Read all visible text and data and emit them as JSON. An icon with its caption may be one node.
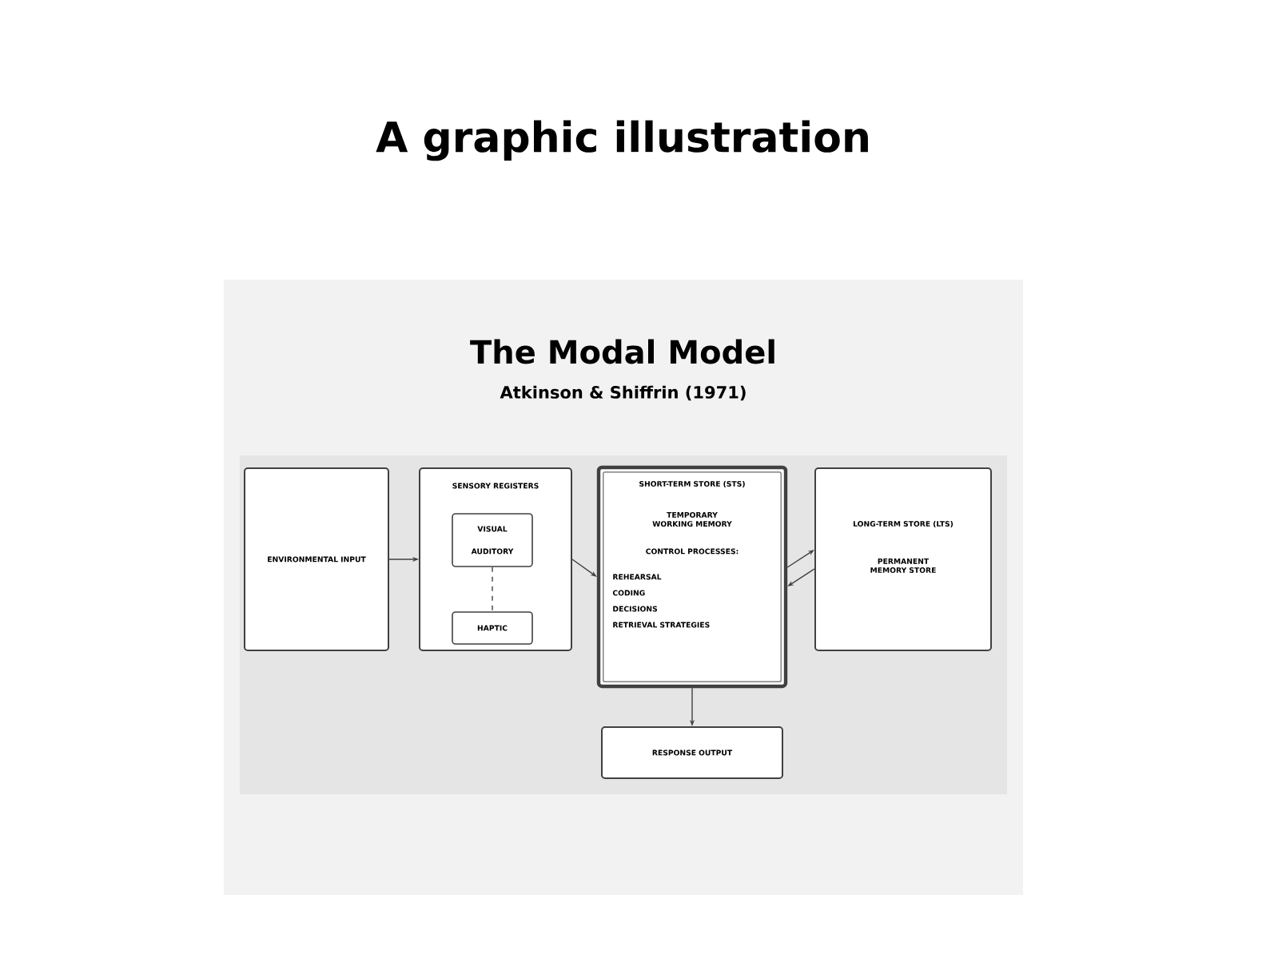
{
  "diagram": {
    "title": "A graphic illustration",
    "nodes": [
      {
        "text": [
          "ENVIRONMENTAL INPUT"
        ]
      },
      {
        "text": [
          "SENSORY REGISTERS"
        ]
      },
      {
        "text": [
          "VISUAL",
          "AUDITORY"
        ],
        "in": 1
      },
      {
        "text": [
          "HAPTIC"
        ],
        "in": 1
      },
      {
        "text": [
          "SHORT-TERM STORE (STS)",
          "TEMPORARY WORKING MEMORY",
          "CONTROL PROCESSES:",
          "REHEARSAL",
          "CODING",
          "DECISIONS",
          "RETRIEVAL STRATEGIES"
        ]
      },
      {
        "text": [
          "LONG-TERM STORE (LTS)",
          "PERMANENT MEMORY STORE"
        ]
      },
      {
        "text": [
          "RESPONSE OUTPUT"
        ]
      }
    ],
    "edges": [
      {
        "from": 0,
        "to": 1,
        "arrow": "to"
      },
      {
        "from": 2,
        "to": 3,
        "arrow": "none",
        "style": "dashed"
      },
      {
        "from": 1,
        "to": 4,
        "arrow": "to"
      },
      {
        "from": 4,
        "to": 5,
        "arrow": "to"
      },
      {
        "from": 5,
        "to": 4,
        "arrow": "to"
      },
      {
        "from": 4,
        "to": 6,
        "arrow": "to"
      }
    ],
    "labels": [
      "The Modal Model",
      "Atkinson & Shiffrin (1971)"
    ]
  }
}
